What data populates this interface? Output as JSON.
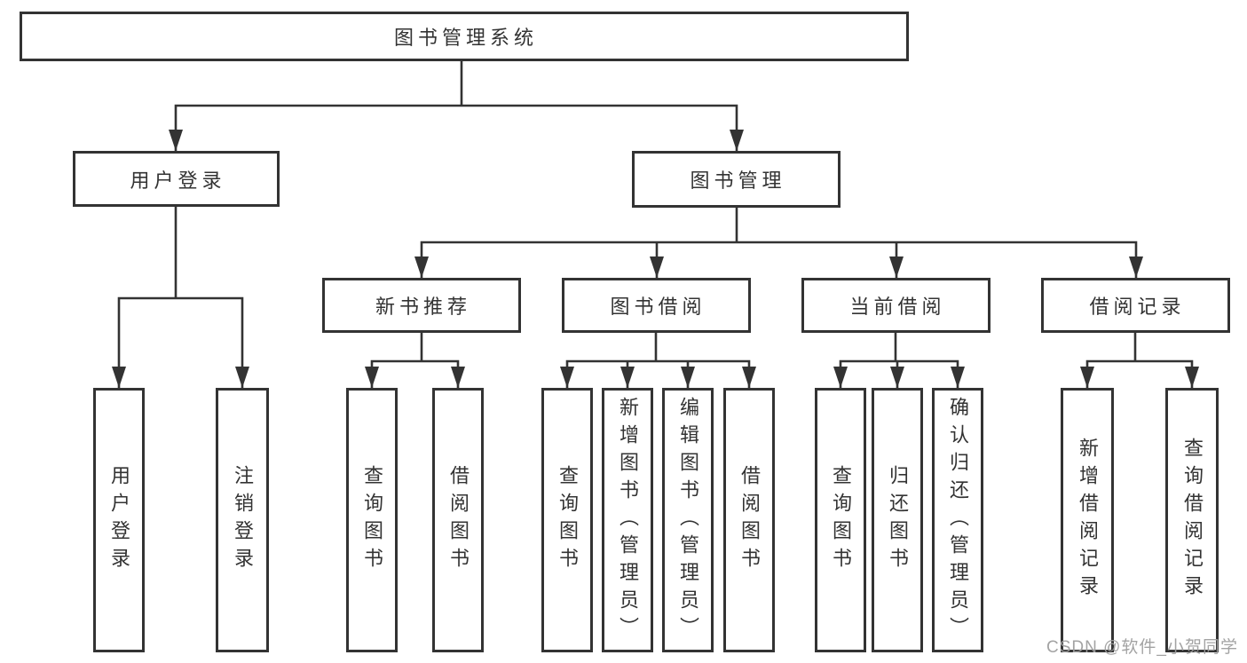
{
  "diagram_type": "hierarchy-tree",
  "tree": {
    "label": "图书管理系统",
    "children": [
      {
        "label": "用户登录",
        "children": [
          {
            "label": "用户登录"
          },
          {
            "label": "注销登录"
          }
        ]
      },
      {
        "label": "图书管理",
        "children": [
          {
            "label": "新书推荐",
            "children": [
              {
                "label": "查询图书"
              },
              {
                "label": "借阅图书"
              }
            ]
          },
          {
            "label": "图书借阅",
            "children": [
              {
                "label": "查询图书"
              },
              {
                "label": "新增图书（管理员）"
              },
              {
                "label": "编辑图书（管理员）"
              },
              {
                "label": "借阅图书"
              }
            ]
          },
          {
            "label": "当前借阅",
            "children": [
              {
                "label": "查询图书"
              },
              {
                "label": "归还图书"
              },
              {
                "label": "确认归还（管理员）"
              }
            ]
          },
          {
            "label": "借阅记录",
            "children": [
              {
                "label": "新增借阅记录"
              },
              {
                "label": "查询借阅记录"
              }
            ]
          }
        ]
      }
    ]
  },
  "watermark": {
    "text": "CSDN @软件_小贺同学"
  },
  "colors": {
    "line": "#333333",
    "box_border": "#333333",
    "text": "#333333",
    "background": "#ffffff",
    "watermark": "#9e9e9e"
  }
}
